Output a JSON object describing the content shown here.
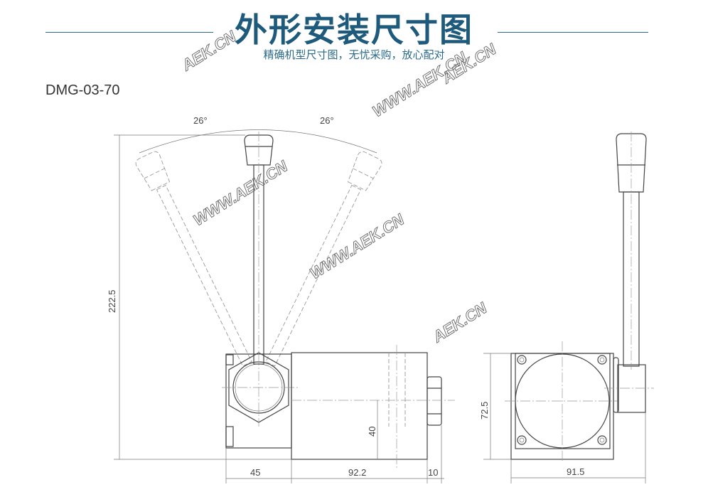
{
  "header": {
    "title": "外形安装尺寸图",
    "subtitle": "精确机型尺寸图，无忧采购，放心配对"
  },
  "model": "DMG-03-70",
  "dimensions": {
    "angle_left": "26°",
    "angle_right": "26°",
    "height_total": "222.5",
    "width_left_block": "45",
    "width_body": "92.2",
    "width_nut": "10",
    "center_height": "40",
    "side_height": "72.5",
    "side_width": "91.5"
  },
  "watermarks": [
    "AEK.CN",
    "AEK.CN",
    "WWW.AEK.CN",
    "WWW.AEK.CN",
    "WWW.AEK.CN",
    "AEK.CN"
  ],
  "colors": {
    "title": "#1d5a7c",
    "line": "#444444"
  }
}
